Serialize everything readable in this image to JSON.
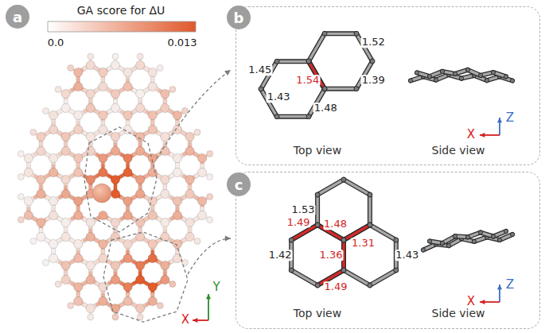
{
  "diagram": {
    "nodes": [
      {
        "text": [
          "a"
        ]
      },
      {
        "text": [
          "Top view",
          "Side view"
        ]
      },
      {
        "text": [
          "b"
        ]
      },
      {
        "text": [
          "Top view",
          "Side view"
        ]
      },
      {
        "text": [
          "c"
        ]
      }
    ],
    "labels": [
      "GA score for ΔU",
      "0.0",
      "0.013",
      "Y",
      "X",
      "1.45",
      "1.52",
      "1.54",
      "1.39",
      "1.43",
      "1.48",
      "Z",
      "X",
      "1.53",
      "1.48",
      "1.31",
      "1.42",
      "1.49",
      "1.36",
      "1.43",
      "1.49",
      "Z",
      "X"
    ]
  }
}
